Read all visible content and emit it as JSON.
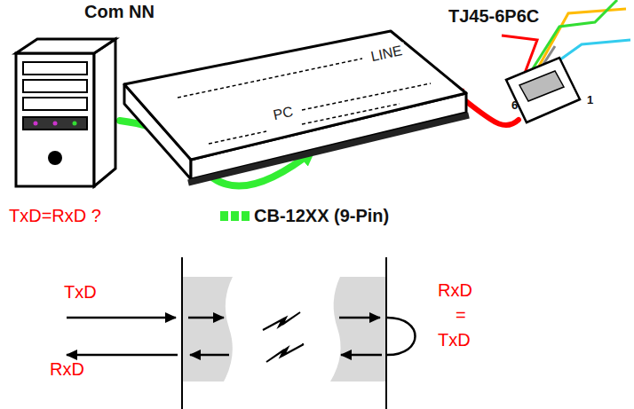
{
  "diagram": {
    "nodes": [
      {
        "text": [
          "Com NN"
        ]
      },
      {
        "text": [
          "LINE",
          "PC"
        ]
      },
      {
        "text": [
          "TJ45-6P6C"
        ]
      }
    ],
    "edges": [
      {
        "from": 0,
        "to": 1,
        "arrow": "to"
      },
      {
        "from": 2,
        "to": 1,
        "arrow": "to"
      }
    ],
    "labels": [
      "TxD=RxD ?",
      "6",
      "1",
      "TxD",
      "RxD",
      "RxD",
      "=",
      "TxD"
    ],
    "legend": [
      {
        "text": "CB-12XX (9-Pin)",
        "color": "#33ee33"
      }
    ]
  }
}
